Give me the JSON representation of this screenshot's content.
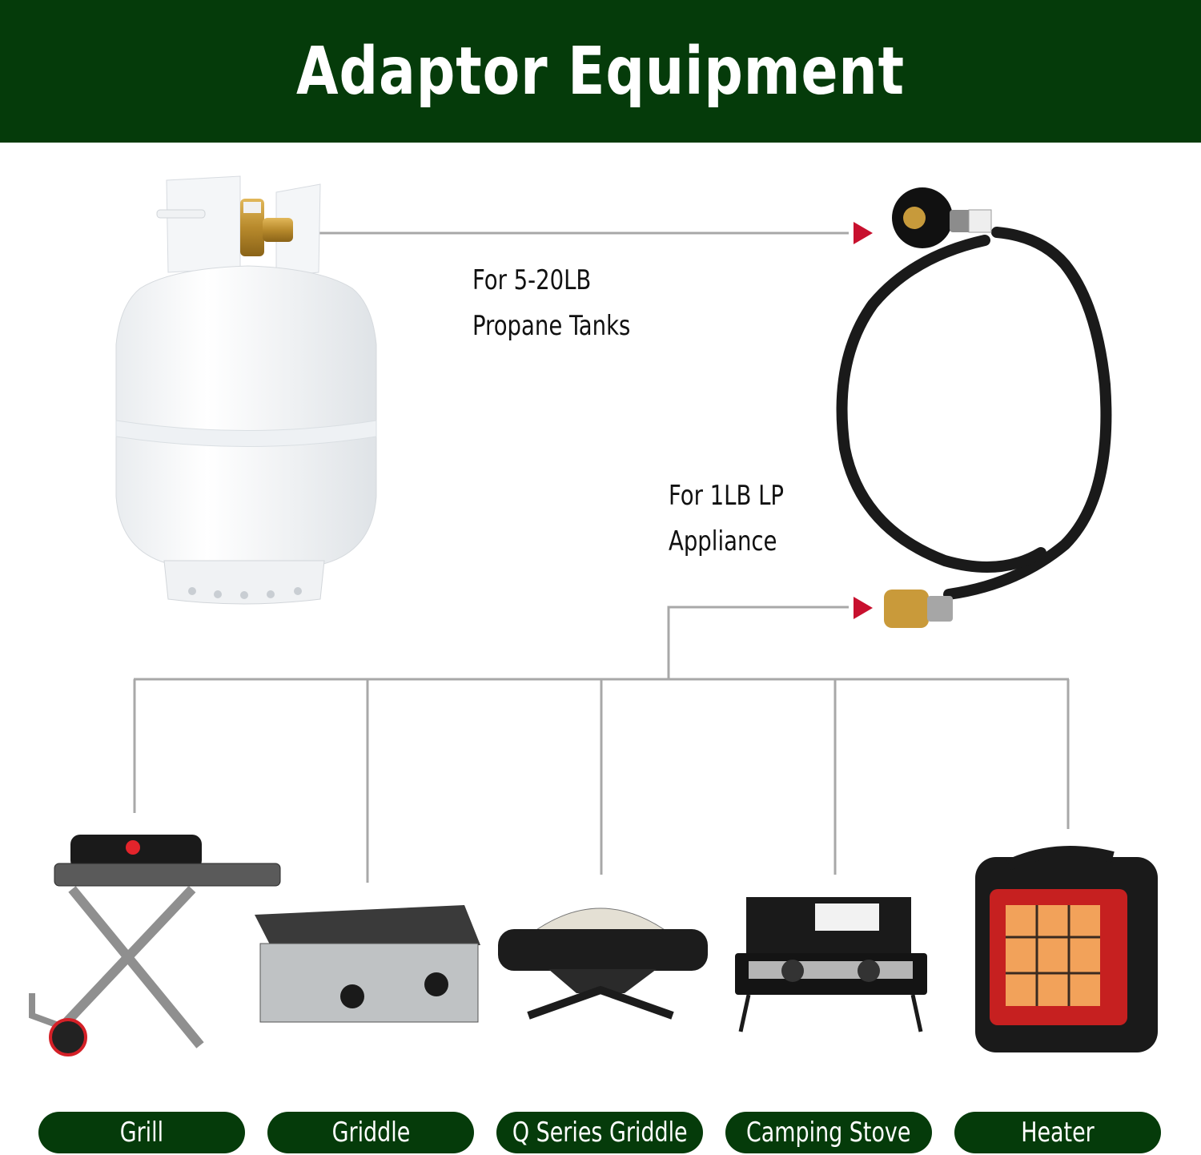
{
  "header": {
    "title": "Adaptor Equipment"
  },
  "callouts": {
    "tank": {
      "line1": "For 5-20LB",
      "line2": "Propane Tanks"
    },
    "appliance": {
      "line1": "For 1LB LP",
      "line2": "Appliance"
    }
  },
  "appliances": [
    {
      "label": "Grill",
      "icon": "portable-grill"
    },
    {
      "label": "Griddle",
      "icon": "flat-top-griddle"
    },
    {
      "label": "Q Series Griddle",
      "icon": "dome-grill"
    },
    {
      "label": "Camping Stove",
      "icon": "two-burner-stove"
    },
    {
      "label": "Heater",
      "icon": "portable-heater"
    }
  ],
  "colors": {
    "header_bg": "#053b0a",
    "pill_bg": "#053b0a",
    "connector_line": "#a8a8a8",
    "arrow": "#c8102e"
  }
}
